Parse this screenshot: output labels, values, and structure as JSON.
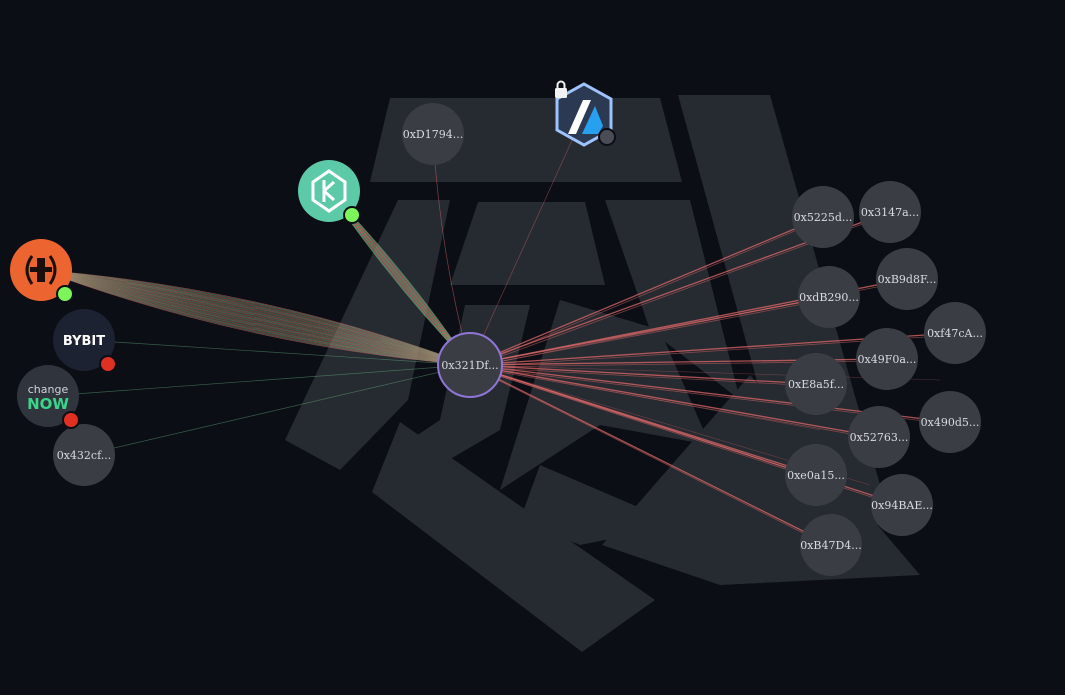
{
  "graph": {
    "center": {
      "label": "0x321Df..."
    },
    "addresses": [
      {
        "id": "d1794",
        "label": "0xD1794..."
      },
      {
        "id": "5225d",
        "label": "0x5225d..."
      },
      {
        "id": "3147a",
        "label": "0x3147a..."
      },
      {
        "id": "b9d8f",
        "label": "0xB9d8F..."
      },
      {
        "id": "db290",
        "label": "0xdB290..."
      },
      {
        "id": "f47ca",
        "label": "0xf47cA..."
      },
      {
        "id": "49f0a",
        "label": "0x49F0a..."
      },
      {
        "id": "e8a5f",
        "label": "0xE8a5f..."
      },
      {
        "id": "490d5",
        "label": "0x490d5..."
      },
      {
        "id": "52763",
        "label": "0x52763..."
      },
      {
        "id": "ec0a1",
        "label": "0xe0a15..."
      },
      {
        "id": "94bae",
        "label": "0x94BAE..."
      },
      {
        "id": "b47d4",
        "label": "0xB47D4..."
      },
      {
        "id": "432cf",
        "label": "0x432cf..."
      }
    ],
    "entities": [
      {
        "id": "arbitrum",
        "icon": "arbitrum-icon",
        "status": "gray",
        "locked": true
      },
      {
        "id": "kyber",
        "icon": "kyberswap-icon",
        "status": "green"
      },
      {
        "id": "orange",
        "icon": "exchange-logo-icon",
        "status": "green"
      },
      {
        "id": "bybit",
        "icon": "bybit-icon",
        "text": "BYBIT",
        "status": "red"
      },
      {
        "id": "changenow",
        "icon": "changenow-icon",
        "text_top": "change",
        "text_bottom": "NOW",
        "status": "red"
      }
    ],
    "colors": {
      "background": "#0b0e15",
      "node": "#3a3d44",
      "center_stroke": "#8f76d6",
      "edge_red": "#e06a6a",
      "edge_green": "#6fbf86",
      "status_green": "#7cf55a",
      "status_red": "#e03022",
      "status_gray": "#4a4d55"
    }
  }
}
